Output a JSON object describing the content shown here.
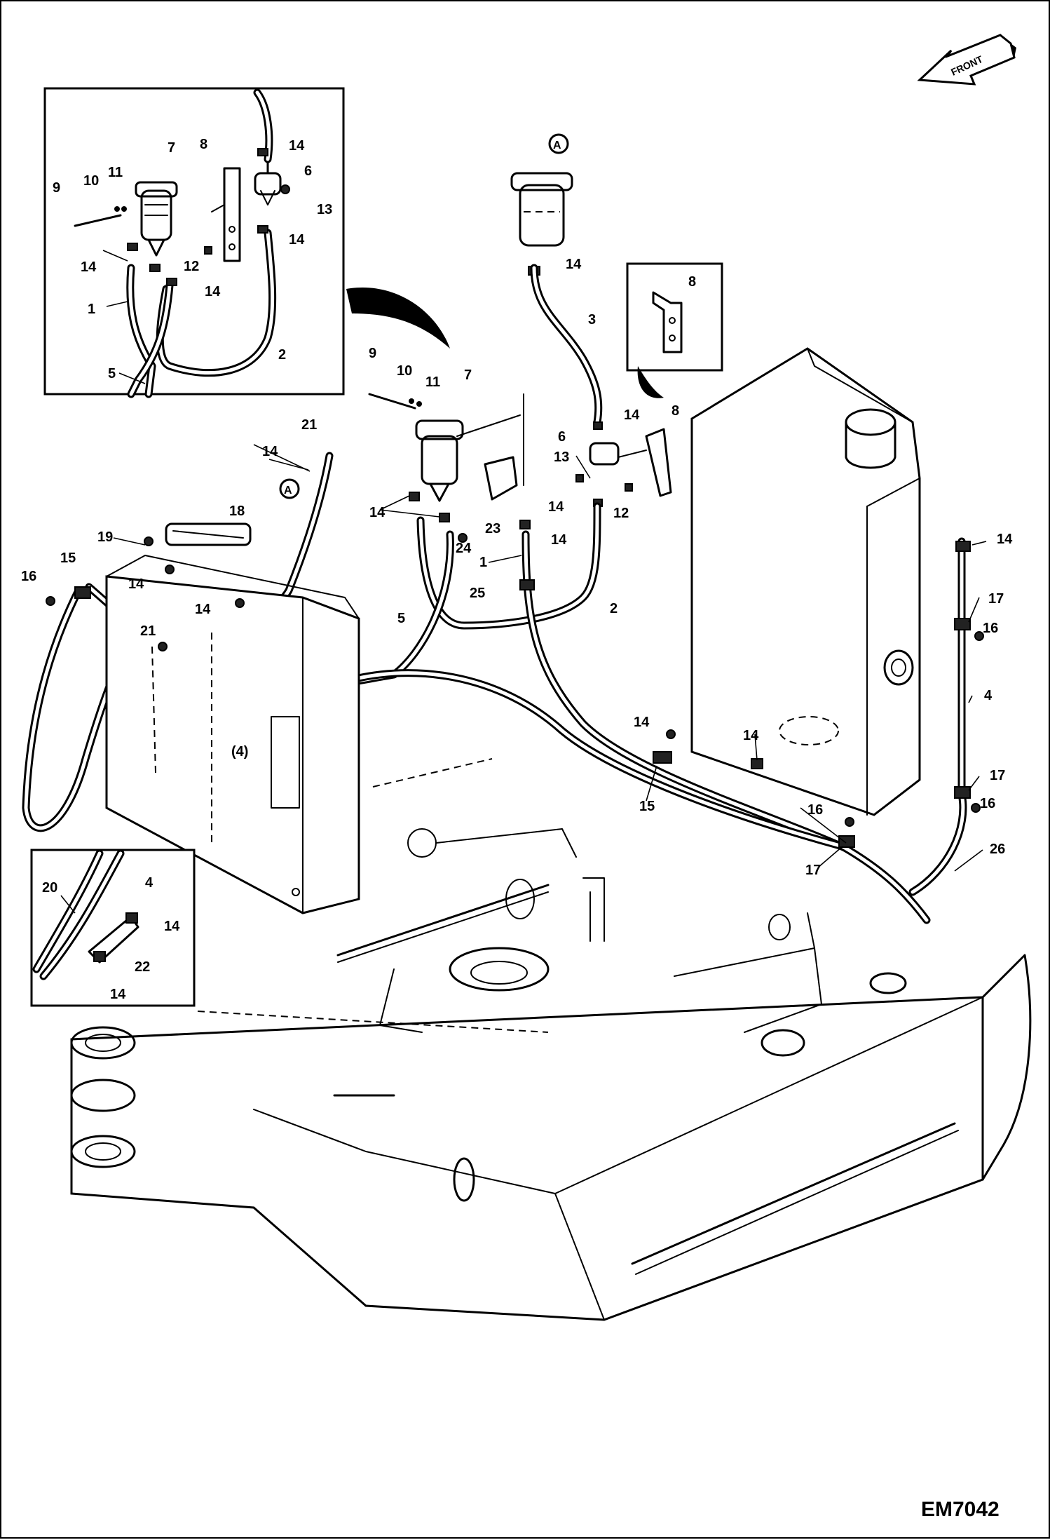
{
  "diagram_code": "EM7042",
  "front_arrow_label": "FRONT",
  "detail_markers": [
    "A",
    "A"
  ],
  "inset_top_left_labels": [
    "7",
    "8",
    "14",
    "6",
    "13",
    "9",
    "10",
    "11",
    "14",
    "12",
    "14",
    "14",
    "1",
    "2",
    "5"
  ],
  "inset_bracket_labels": [
    "8"
  ],
  "main_labels": [
    "A",
    "14",
    "3",
    "14",
    "8",
    "6",
    "13",
    "14",
    "12",
    "9",
    "10",
    "11",
    "7",
    "14",
    "23",
    "14",
    "24",
    "1",
    "25",
    "2",
    "5",
    "21",
    "14",
    "A",
    "18",
    "19",
    "14",
    "15",
    "16",
    "14",
    "21",
    "(4)",
    "14",
    "14",
    "17",
    "16",
    "4",
    "17",
    "16",
    "16",
    "15",
    "14",
    "16",
    "17",
    "26"
  ],
  "inset_bottom_left_labels": [
    "20",
    "4",
    "14",
    "22",
    "14"
  ]
}
